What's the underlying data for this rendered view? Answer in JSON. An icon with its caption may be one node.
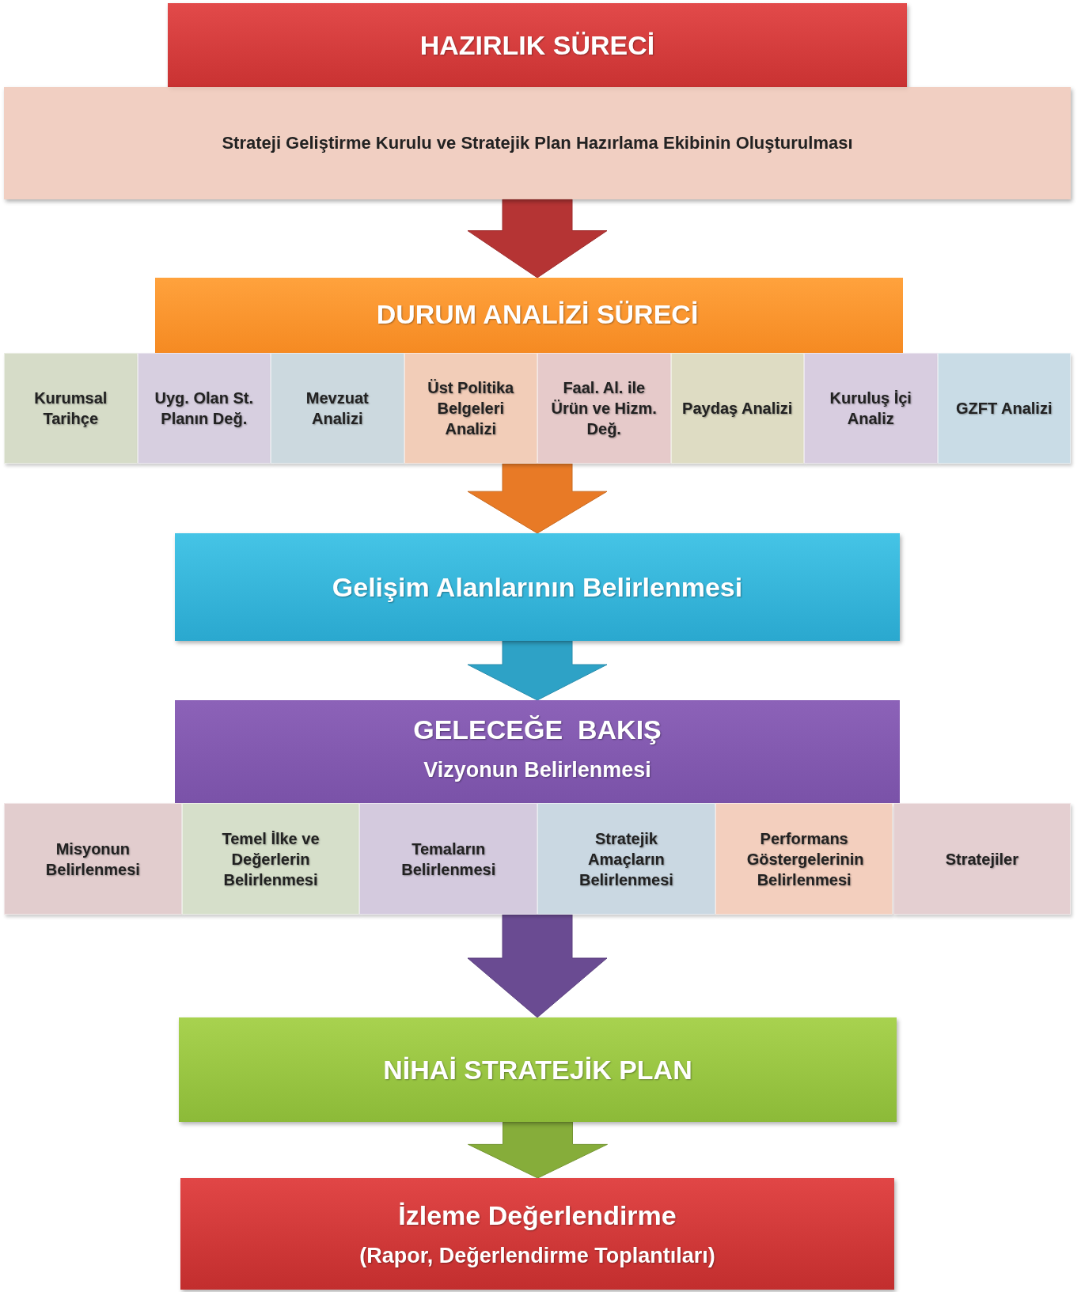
{
  "diagram": {
    "nodes": [
      {
        "text": [
          "HAZIRLIK SÜRECİ"
        ]
      },
      {
        "text": [
          "Strateji Geliştirme Kurulu ve Stratejik Plan Hazırlama Ekibinin Oluşturulması"
        ]
      },
      {
        "text": [
          "DURUM ANALİZİ SÜRECİ"
        ]
      },
      {
        "text": [
          "Kurumsal Tarihçe"
        ],
        "in": 2
      },
      {
        "text": [
          "Uyg. Olan St. Planın Değ."
        ],
        "in": 2
      },
      {
        "text": [
          "Mevzuat Analizi"
        ],
        "in": 2
      },
      {
        "text": [
          "Üst Politika Belgeleri Analizi"
        ],
        "in": 2
      },
      {
        "text": [
          "Faal. Al. ile Ürün ve Hizm. Değ."
        ],
        "in": 2
      },
      {
        "text": [
          "Paydaş Analizi"
        ],
        "in": 2
      },
      {
        "text": [
          "Kuruluş İçi Analiz"
        ],
        "in": 2
      },
      {
        "text": [
          "GZFT Analizi"
        ],
        "in": 2
      },
      {
        "text": [
          "Gelişim Alanlarının Belirlenmesi"
        ]
      },
      {
        "text": [
          "GELECEĞE  BAKIŞ",
          "Vizyonun Belirlenmesi"
        ]
      },
      {
        "text": [
          "Misyonun Belirlenmesi"
        ],
        "in": 12
      },
      {
        "text": [
          "Temel İlke ve Değerlerin Belirlenmesi"
        ],
        "in": 12
      },
      {
        "text": [
          "Temaların Belirlenmesi"
        ],
        "in": 12
      },
      {
        "text": [
          "Stratejik Amaçların Belirlenmesi"
        ],
        "in": 12
      },
      {
        "text": [
          "Performans Göstergelerinin Belirlenmesi"
        ],
        "in": 12
      },
      {
        "text": [
          "Stratejiler"
        ],
        "in": 12
      },
      {
        "text": [
          "NİHAİ STRATEJİK PLAN"
        ]
      },
      {
        "text": [
          "İzleme Değerlendirme",
          "(Rapor, Değerlendirme Toplantıları)"
        ]
      }
    ],
    "edges": [
      {
        "from": 1,
        "to": 2,
        "arrow": "to",
        "style": "thick",
        "color": "#b53434"
      },
      {
        "from": 2,
        "to": 11,
        "arrow": "to",
        "style": "thick",
        "color": "#e87a26"
      },
      {
        "from": 11,
        "to": 12,
        "arrow": "to",
        "style": "thick",
        "color": "#2ea2c6"
      },
      {
        "from": 12,
        "to": 19,
        "arrow": "to",
        "style": "thick",
        "color": "#6a4b92"
      },
      {
        "from": 19,
        "to": 20,
        "arrow": "to",
        "style": "thick",
        "color": "#86ad3a"
      }
    ]
  }
}
